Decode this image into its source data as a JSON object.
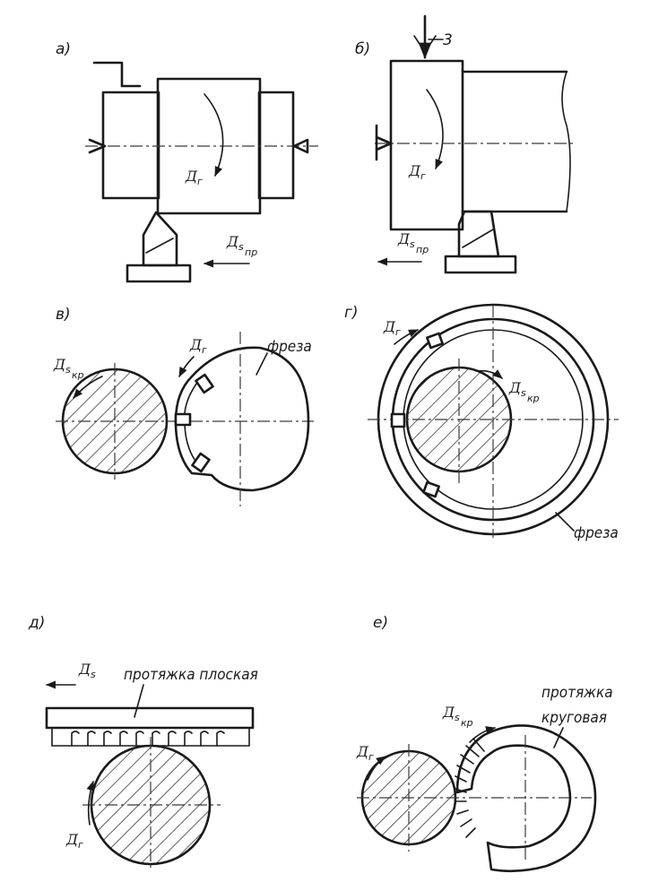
{
  "panels": {
    "a": {
      "label": "а)"
    },
    "b": {
      "label": "б)",
      "number": "3"
    },
    "v": {
      "label": "в)",
      "tool": "фреза"
    },
    "g": {
      "label": "г)",
      "tool": "фреза"
    },
    "d": {
      "label": "д)",
      "tool": "протяжка плоская"
    },
    "e": {
      "label": "е)",
      "tool_line1": "протяжка",
      "tool_line2": "круговая"
    }
  },
  "symbols": {
    "D": "Д",
    "sub_r": "г",
    "sub_s": "s",
    "sub_pr": "пр",
    "sub_kr": "кр"
  }
}
